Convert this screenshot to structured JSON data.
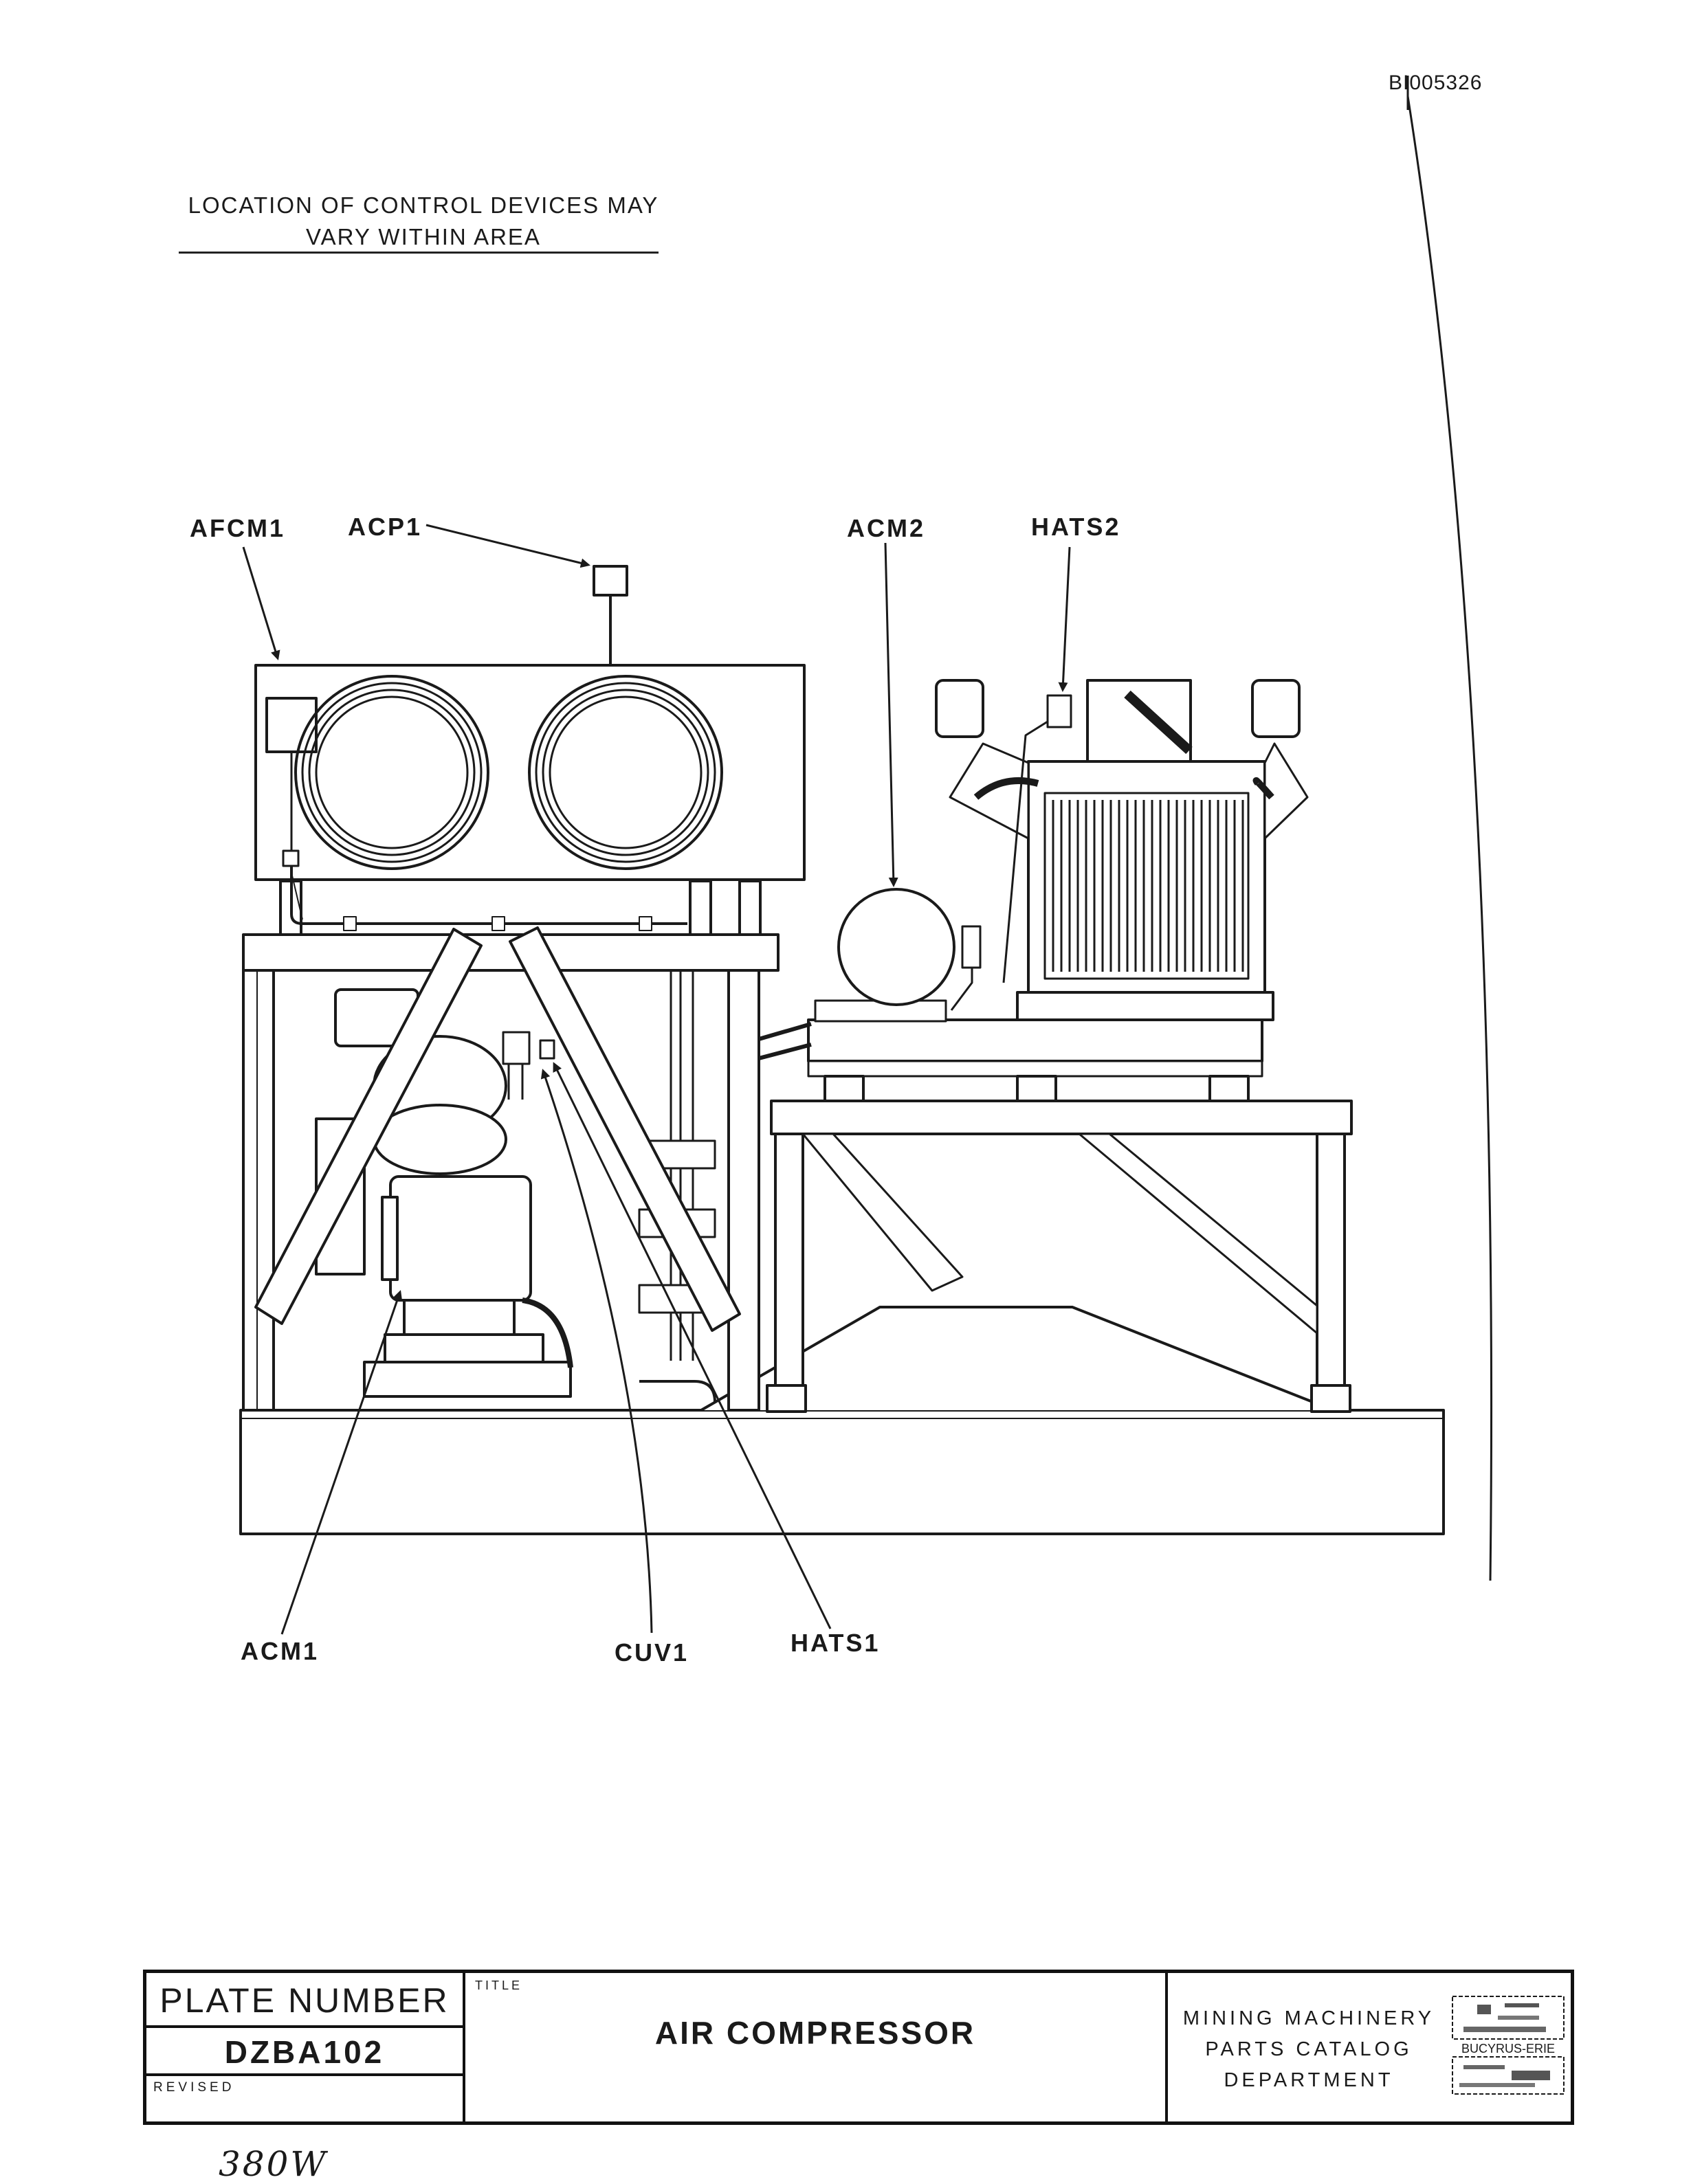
{
  "document": {
    "id": "BI005326",
    "note_line1": "LOCATION OF CONTROL DEVICES MAY",
    "note_line2": "VARY WITHIN AREA",
    "handwritten": "380W"
  },
  "callouts": {
    "afcm1": "AFCM1",
    "acp1": "ACP1",
    "acm2": "ACM2",
    "hats2": "HATS2",
    "acm1": "ACM1",
    "cuv1": "CUV1",
    "hats1": "HATS1"
  },
  "title_block": {
    "plate_number_label": "PLATE NUMBER",
    "plate_number": "DZBA102",
    "revised_label": "REVISED",
    "title_label": "TITLE",
    "title": "AIR COMPRESSOR",
    "dept_line1": "MINING MACHINERY",
    "dept_line2": "PARTS CATALOG",
    "dept_line3": "DEPARTMENT",
    "logo_text": "BUCYRUS-ERIE"
  },
  "colors": {
    "ink": "#1a1a1a",
    "paper": "#ffffff"
  }
}
